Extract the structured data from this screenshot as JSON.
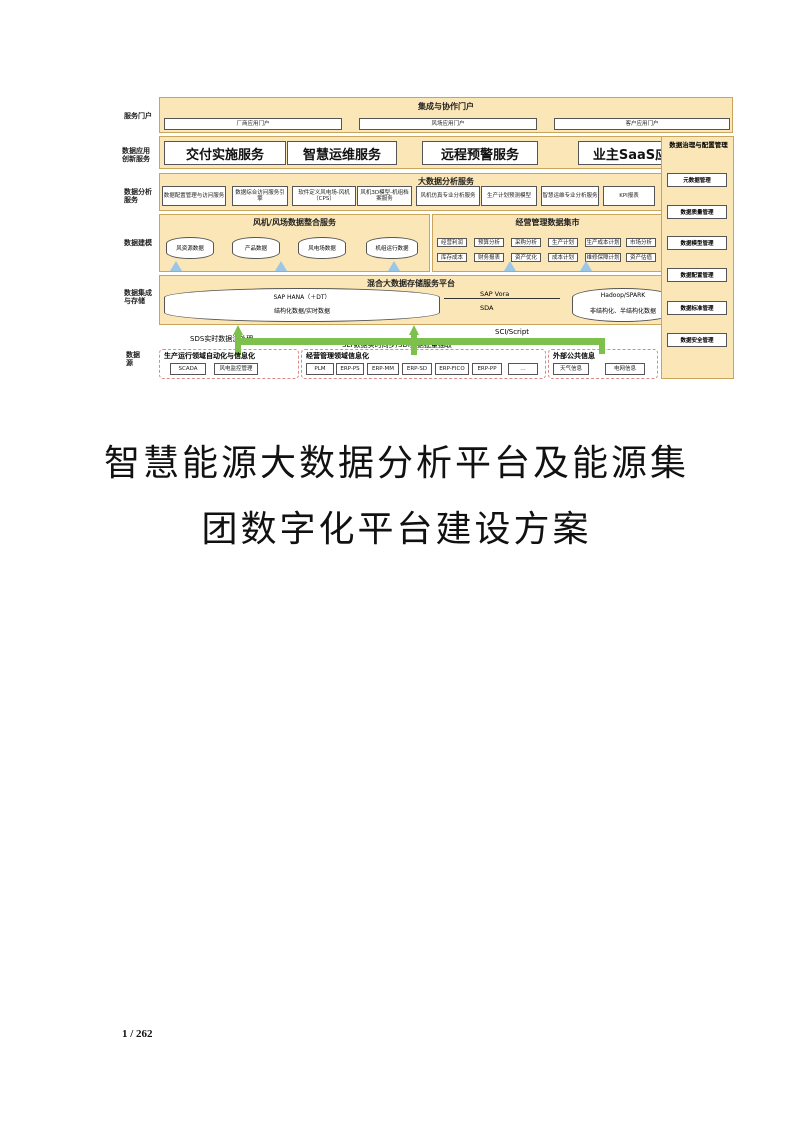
{
  "diagram": {
    "row_labels": [
      "服务门户",
      "数据应用\n创新服务",
      "数据分析\n服务",
      "数据建模",
      "数据集成\n与存储",
      "数据\n源"
    ],
    "portal": {
      "title": "集成与协作门户",
      "items": [
        "厂商应用门户",
        "风场应用门户",
        "客户应用门户"
      ]
    },
    "apps": [
      "交付实施服务",
      "智慧运维服务",
      "远程预警服务",
      "业主SaaS应用"
    ],
    "analysis": {
      "title": "大数据分析服务",
      "items": [
        "数据配置管理与访问服务",
        "数据综合访问服务引擎",
        "软件定义风电场-风机（CPS）",
        "风机3D模型-机组档案服务",
        "风机仿真专业分析服务",
        "生产计划预测模型",
        "智慧运维专业分析服务",
        "KPI报表"
      ]
    },
    "wind": {
      "title": "风机/风场数据整合服务",
      "items": [
        "风资源数据",
        "产品数据",
        "风电场数据",
        "机组运行数据"
      ]
    },
    "biz": {
      "title": "经营管理数据集市",
      "items": [
        "经营利润",
        "预算分析",
        "采购分析",
        "生产计划",
        "生产成本计划",
        "市场分析",
        "库存成本",
        "财务报表",
        "资产优化",
        "成本计划",
        "维修保障计划",
        "资产估值"
      ]
    },
    "storage": {
      "title": "混合大数据存储服务平台",
      "hana": "SAP HANA（＋DT）",
      "hana_sub": "结构化数据/实时数据",
      "vora": "SAP Vora",
      "sda": "SDA",
      "hadoop": "Hadoop/SPARK",
      "hadoop_sub": "非结构化、半结构化数据"
    },
    "flows": {
      "sds": "SDS实时数据流处理",
      "slt": "SLT数据实时同步/SDI数据批量抽取",
      "sci": "SCI/Script"
    },
    "sources": {
      "prod": {
        "title": "生产运行领域自动化与信息化",
        "items": [
          "SCADA",
          "风电监控管理"
        ]
      },
      "mgmt": {
        "title": "经营管理领域信息化",
        "items": [
          "PLM",
          "ERP-PS",
          "ERP-MM",
          "ERP-SD",
          "ERP-FICO",
          "ERP-PP",
          "…"
        ]
      },
      "ext": {
        "title": "外部公共信息",
        "items": [
          "天气信息",
          "电网信息"
        ]
      }
    },
    "governance": {
      "title": "数据治理与配置管理",
      "items": [
        "元数据管理",
        "数据质量管理",
        "数据模型管理",
        "数据配置管理",
        "数据标准管理",
        "数据安全管理"
      ]
    }
  },
  "title_line1": "智慧能源大数据分析平台及能源集",
  "title_line2": "团数字化平台建设方案",
  "page_number": "1 / 262",
  "colors": {
    "panel": "#fbe6b8",
    "arrow_blue": "#9cc6e6",
    "arrow_green": "#7dc04b"
  }
}
